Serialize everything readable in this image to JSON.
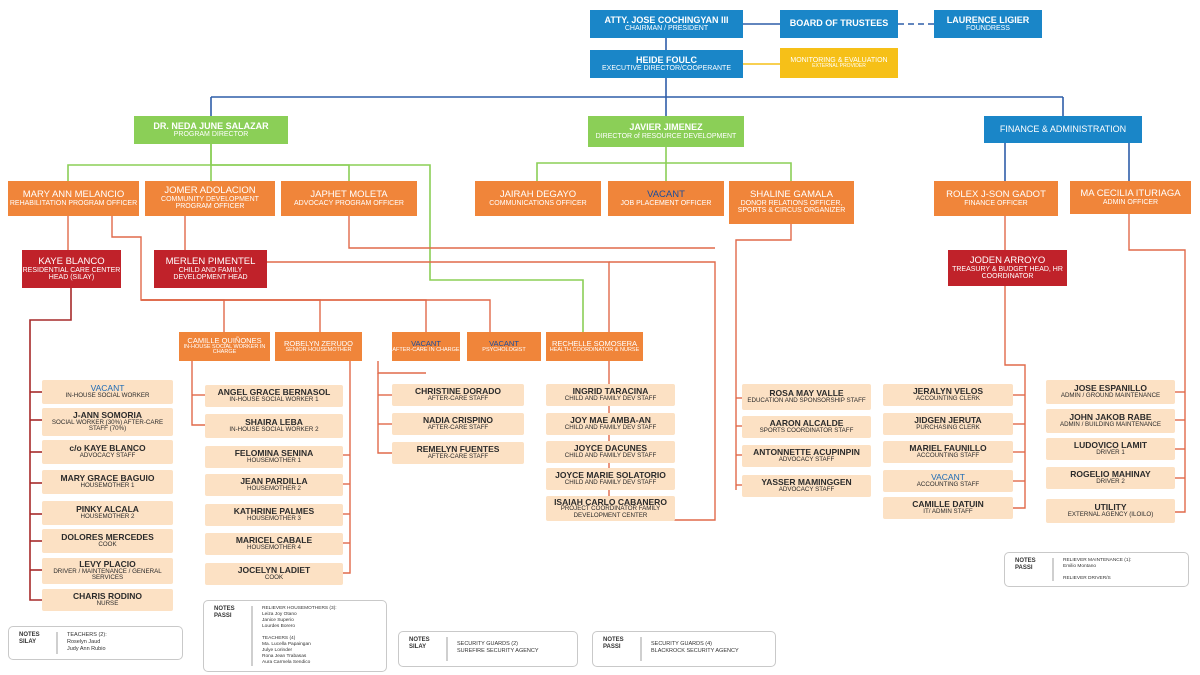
{
  "colors": {
    "blue": "#1a86c8",
    "green": "#8bcf57",
    "orange": "#f0853a",
    "dark_red": "#c0222a",
    "yellow": "#f6c018",
    "peach": "#fce1c4",
    "line_blue": "#2f5ea8",
    "line_green": "#8bcf57",
    "line_red": "#e06a4a",
    "line_dark": "#a62a2a"
  },
  "top": {
    "chairman": {
      "name": "ATTY. JOSE COCHINGYAN III",
      "role": "CHAIRMAN / PRESIDENT"
    },
    "board": {
      "name": "BOARD OF TRUSTEES"
    },
    "foundress": {
      "name": "LAURENCE LIGIER",
      "role": "FOUNDRESS"
    },
    "exec": {
      "name": "HEIDE FOULC",
      "role": "EXECUTIVE DIRECTOR/COOPERANTE"
    },
    "monitoring": {
      "name": "MONITORING & EVALUATION",
      "role": "EXTERNAL PROVIDER"
    }
  },
  "directors": {
    "program": {
      "name": "DR. NEDA JUNE SALAZAR",
      "role": "PROGRAM DIRECTOR"
    },
    "resource": {
      "name": "JAVIER JIMENEZ",
      "role": "DIRECTOR of RESOURCE DEVELOPMENT"
    },
    "finance": {
      "name": "FINANCE & ADMINISTRATION"
    }
  },
  "officers": {
    "melancio": {
      "name": "MARY ANN MELANCIO",
      "role": "REHABILITATION PROGRAM OFFICER"
    },
    "adolacion": {
      "name": "JOMER ADOLACION",
      "role": "COMMUNITY DEVELOPMENT PROGRAM OFFICER"
    },
    "moleta": {
      "name": "JAPHET MOLETA",
      "role": "ADVOCACY PROGRAM OFFICER"
    },
    "degayo": {
      "name": "JAIRAH DEGAYO",
      "role": "COMMUNICATIONS OFFICER"
    },
    "vacant_job": {
      "name": "VACANT",
      "role": "JOB PLACEMENT OFFICER"
    },
    "gamala": {
      "name": "SHALINE GAMALA",
      "role": "DONOR RELATIONS OFFICER, SPORTS & CIRCUS ORGANIZER"
    },
    "gadot": {
      "name": "ROLEX J-SON GADOT",
      "role": "FINANCE OFFICER"
    },
    "ituriaga": {
      "name": "MA CECILIA ITURIAGA",
      "role": "ADMIN OFFICER"
    }
  },
  "heads": {
    "blanco": {
      "name": "KAYE BLANCO",
      "role": "RESIDENTIAL CARE CENTER HEAD (SILAY)"
    },
    "pimentel": {
      "name": "MERLEN PIMENTEL",
      "role": "CHILD AND FAMILY DEVELOPMENT HEAD"
    },
    "arroyo": {
      "name": "JODEN ARROYO",
      "role": "TREASURY & BUDGET HEAD, HR COORDINATOR"
    }
  },
  "mid": {
    "quinones": {
      "name": "CAMILLE QUIÑONES",
      "role": "IN-HOUSE SOCIAL WORKER IN CHARGE"
    },
    "zerudo": {
      "name": "ROBELYN ZERUDO",
      "role": "SENIOR HOUSEMOTHER"
    },
    "vacant_after": {
      "name": "VACANT",
      "role": "AFTER-CARE IN CHARGE"
    },
    "vacant_psy": {
      "name": "VACANT",
      "role": "PSYCHOLOGIST"
    },
    "somosera": {
      "name": "RECHELLE SOMOSERA",
      "role": "HEALTH COORDINATOR & NURSE"
    }
  },
  "staff_silay": [
    {
      "name": "VACANT",
      "role": "IN-HOUSE SOCIAL WORKER",
      "vacant": true
    },
    {
      "name": "J-ANN SOMORIA",
      "role": "SOCIAL WORKER (30%) AFTER-CARE STAFF (70%)"
    },
    {
      "name": "c/o KAYE BLANCO",
      "role": "ADVOCACY STAFF"
    },
    {
      "name": "MARY GRACE BAGUIO",
      "role": "HOUSEMOTHER 1"
    },
    {
      "name": "PINKY ALCALA",
      "role": "HOUSEMOTHER 2"
    },
    {
      "name": "DOLORES MERCEDES",
      "role": "COOK"
    },
    {
      "name": "LEVY PLACIO",
      "role": "DRIVER / MAINTENANCE / GENERAL SERVICES"
    },
    {
      "name": "CHARIS RODINO",
      "role": "NURSE"
    }
  ],
  "staff_inhouse": [
    {
      "name": "ANGEL GRACE BERNASOL",
      "role": "IN-HOUSE SOCIAL WORKER 1"
    },
    {
      "name": "SHAIRA LEBA",
      "role": "IN-HOUSE SOCIAL WORKER 2"
    }
  ],
  "staff_housemothers": [
    {
      "name": "FELOMINA SENINA",
      "role": "HOUSEMOTHER 1"
    },
    {
      "name": "JEAN PARDILLA",
      "role": "HOUSEMOTHER 2"
    },
    {
      "name": "KATHRINE PALMES",
      "role": "HOUSEMOTHER 3"
    },
    {
      "name": "MARICEL CABALE",
      "role": "HOUSEMOTHER 4"
    },
    {
      "name": "JOCELYN LADIET",
      "role": "COOK"
    }
  ],
  "staff_aftercare": [
    {
      "name": "CHRISTINE DORADO",
      "role": "AFTER-CARE STAFF"
    },
    {
      "name": "NADIA CRISPINO",
      "role": "AFTER-CARE STAFF"
    },
    {
      "name": "REMELYN FUENTES",
      "role": "AFTER-CARE STAFF"
    }
  ],
  "staff_cfd": [
    {
      "name": "INGRID TARACINA",
      "role": "CHILD AND FAMILY DEV STAFF"
    },
    {
      "name": "JOY MAE AMBA-AN",
      "role": "CHILD AND FAMILY DEV STAFF"
    },
    {
      "name": "JOYCE DACUNES",
      "role": "CHILD AND FAMILY DEV STAFF"
    },
    {
      "name": "JOYCE MARIE SOLATORIO",
      "role": "CHILD AND FAMILY DEV STAFF"
    },
    {
      "name": "ISAIAH CARLO CABANERO",
      "role": "PROJECT COORDINATOR FAMILY DEVELOPMENT CENTER"
    }
  ],
  "staff_advocacy": [
    {
      "name": "ROSA MAY VALLE",
      "role": "EDUCATION AND SPONSORSHIP STAFF"
    },
    {
      "name": "AARON ALCALDE",
      "role": "SPORTS COORDINATOR STAFF"
    },
    {
      "name": "ANTONNETTE ACUPINPIN",
      "role": "ADVOCACY STAFF"
    },
    {
      "name": "YASSER MAMINGGEN",
      "role": "ADVOCACY STAFF"
    }
  ],
  "staff_accounting": [
    {
      "name": "JERALYN VELOS",
      "role": "ACCOUNTING CLERK"
    },
    {
      "name": "JIDGEN JERUTA",
      "role": "PURCHASING CLERK"
    },
    {
      "name": "MARIEL FAUNILLO",
      "role": "ACCOUNTING STAFF"
    },
    {
      "name": "VACANT",
      "role": "ACCOUNTING STAFF",
      "vacant": true
    },
    {
      "name": "CAMILLE DATUIN",
      "role": "IT/ ADMIN STAFF"
    }
  ],
  "staff_admin": [
    {
      "name": "JOSE ESPANILLO",
      "role": "ADMIN / GROUND MAINTENANCE"
    },
    {
      "name": "JOHN JAKOB  RABE",
      "role": "ADMIN / BUILDING MAINTENANCE"
    },
    {
      "name": "LUDOVICO LAMIT",
      "role": "DRIVER 1"
    },
    {
      "name": "ROGELIO MAHINAY",
      "role": "DRIVER 2"
    },
    {
      "name": "UTILITY",
      "role": "EXTERNAL AGENCY (ILOILO)"
    }
  ],
  "notes": [
    {
      "title": "NOTES\nSILAY",
      "body": "TEACHERS (2):\nRoselyn Jaud\nJudy Ann Rubio"
    },
    {
      "title": "NOTES\nPASSI",
      "body": "RELIEVER HOUSEMOTHERS (3):\nLeiza Joy Otano\nJanice Superio\nLourdes Borero\n\nTEACHERS (4)\nMa. Lucella Papaingan\nJulye Lorinder\nRona Jean Trabasas\nAura Carmela Sendico"
    },
    {
      "title": "NOTES\nSILAY",
      "body": "SECURITY GUARDS (2)\nSUREFIRE SECURITY AGENCY"
    },
    {
      "title": "NOTES\nPASSI",
      "body": "SECURITY GUARDS (4)\nBLACKROCK SECURITY AGENCY"
    },
    {
      "title": "NOTES\nPASSI",
      "body": "RELIEVER MAINTENANCE (1):\nEmilio Montano\n\nRELIEVER DRIVER/S"
    }
  ]
}
